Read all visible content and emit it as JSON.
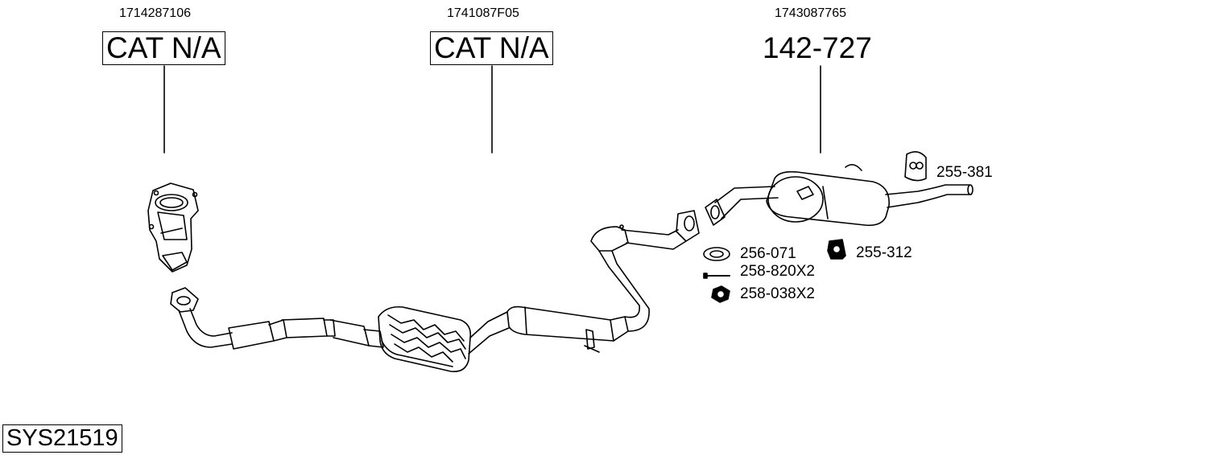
{
  "assemblies": [
    {
      "oem": "1714287106",
      "ref": "CAT N/A",
      "boxed": true
    },
    {
      "oem": "1741087F05",
      "ref": "CAT N/A",
      "boxed": true
    },
    {
      "oem": "1743087765",
      "ref": "142-727",
      "boxed": false
    }
  ],
  "parts": [
    {
      "ref": "255-381",
      "icon": "rubber-hanger-icon"
    },
    {
      "ref": "255-312",
      "icon": "rubber-mount-icon"
    },
    {
      "ref": "256-071",
      "icon": "gasket-ring-icon"
    },
    {
      "ref": "258-820X2",
      "icon": "bolt-icon"
    },
    {
      "ref": "258-038X2",
      "icon": "hex-nut-icon"
    }
  ],
  "system_code": "SYS21519"
}
